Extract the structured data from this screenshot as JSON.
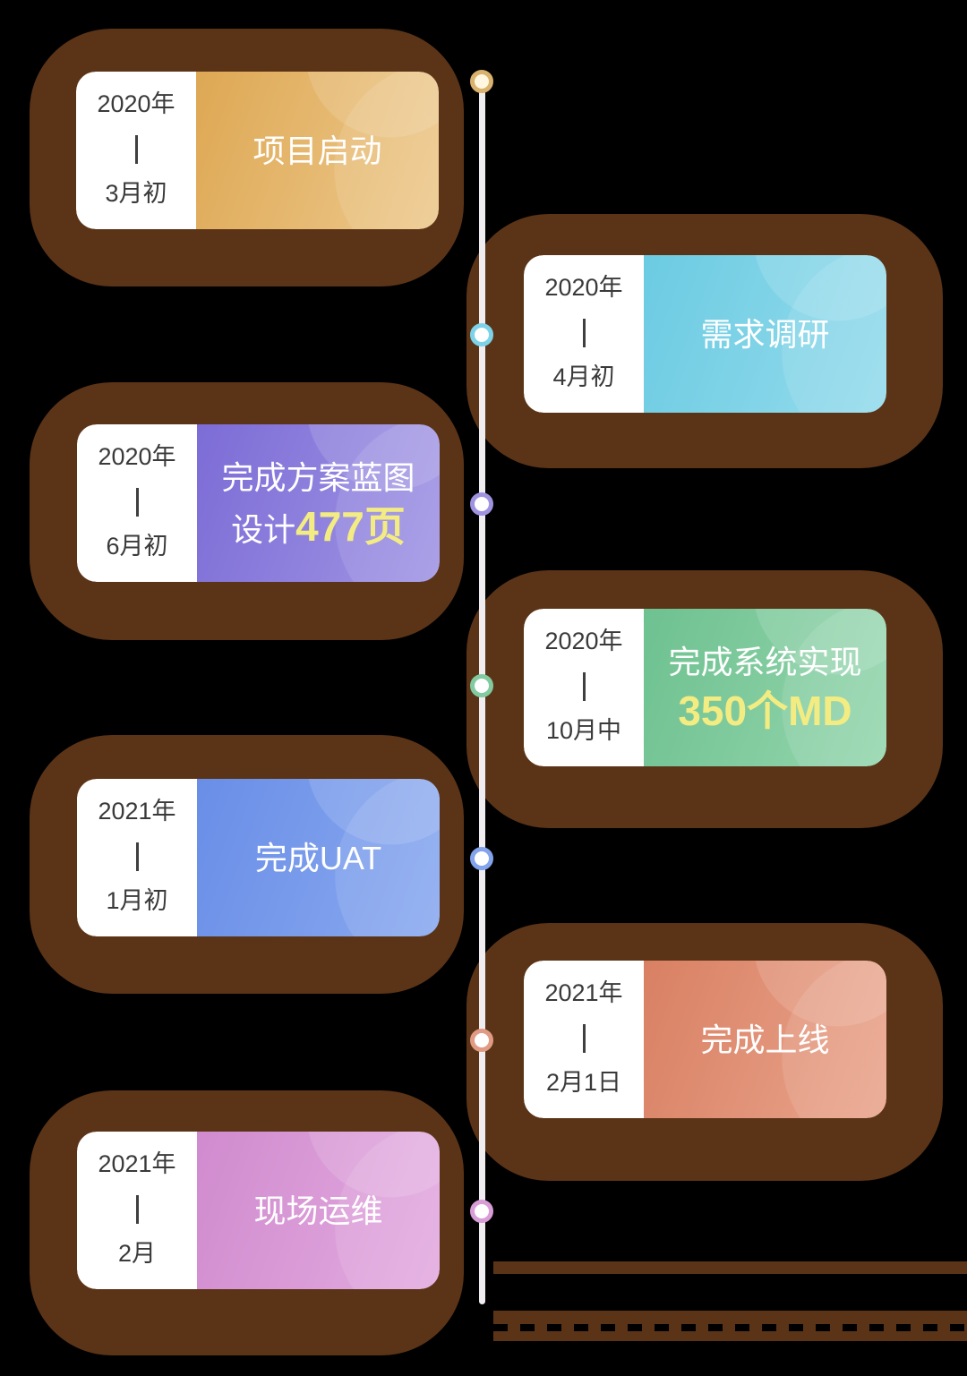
{
  "diagram": {
    "type": "vertical-timeline",
    "background": "#000000",
    "blob_color": "#5B3418",
    "line_color": "#EFEDF0",
    "highlight_color": "#F3EC82",
    "items": [
      {
        "side": "left",
        "year": "2020年",
        "date": "3月初",
        "panel_color_from": "#DEA854",
        "panel_color_to": "#EDC98D",
        "dot_ring": "#D9B26E",
        "dot_fill": "#FFF7E0",
        "lines": [
          {
            "segments": [
              {
                "text": "项目启动",
                "highlight": false
              }
            ]
          }
        ]
      },
      {
        "side": "right",
        "year": "2020年",
        "date": "4月初",
        "panel_color_from": "#6BCBE2",
        "panel_color_to": "#95DBEC",
        "dot_ring": "#7ED2E7",
        "dot_fill": "#FFFFFF",
        "lines": [
          {
            "segments": [
              {
                "text": "需求调研",
                "highlight": false
              }
            ]
          }
        ]
      },
      {
        "side": "left",
        "year": "2020年",
        "date": "6月初",
        "panel_color_from": "#7C6CD6",
        "panel_color_to": "#A095E4",
        "dot_ring": "#9F93E0",
        "dot_fill": "#FFFFFF",
        "lines": [
          {
            "segments": [
              {
                "text": "完成方案蓝图",
                "highlight": false
              }
            ]
          },
          {
            "segments": [
              {
                "text": "设计",
                "highlight": false
              },
              {
                "text": "477页",
                "highlight": true
              }
            ]
          }
        ]
      },
      {
        "side": "right",
        "year": "2020年",
        "date": "10月中",
        "panel_color_from": "#6EC190",
        "panel_color_to": "#95D6AE",
        "dot_ring": "#82CBA0",
        "dot_fill": "#FFFFFF",
        "lines": [
          {
            "segments": [
              {
                "text": "完成系统实现",
                "highlight": false
              }
            ]
          },
          {
            "segments": [
              {
                "text": "350个MD",
                "highlight": true
              }
            ]
          }
        ]
      },
      {
        "side": "left",
        "year": "2021年",
        "date": "1月初",
        "panel_color_from": "#698EE7",
        "panel_color_to": "#8AA9EF",
        "dot_ring": "#83A3EC",
        "dot_fill": "#FFFFFF",
        "lines": [
          {
            "segments": [
              {
                "text": "完成UAT",
                "highlight": false
              }
            ]
          }
        ]
      },
      {
        "side": "right",
        "year": "2021年",
        "date": "2月1日",
        "panel_color_from": "#D98063",
        "panel_color_to": "#E9A58D",
        "dot_ring": "#E09B84",
        "dot_fill": "#FFFFFF",
        "lines": [
          {
            "segments": [
              {
                "text": "完成上线",
                "highlight": false
              }
            ]
          }
        ]
      },
      {
        "side": "left",
        "year": "2021年",
        "date": "2月",
        "panel_color_from": "#D08BCE",
        "panel_color_to": "#E3ABE0",
        "dot_ring": "#D89CD6",
        "dot_fill": "#FFFFFF",
        "lines": [
          {
            "segments": [
              {
                "text": "现场运维",
                "highlight": false
              }
            ]
          }
        ]
      }
    ]
  }
}
